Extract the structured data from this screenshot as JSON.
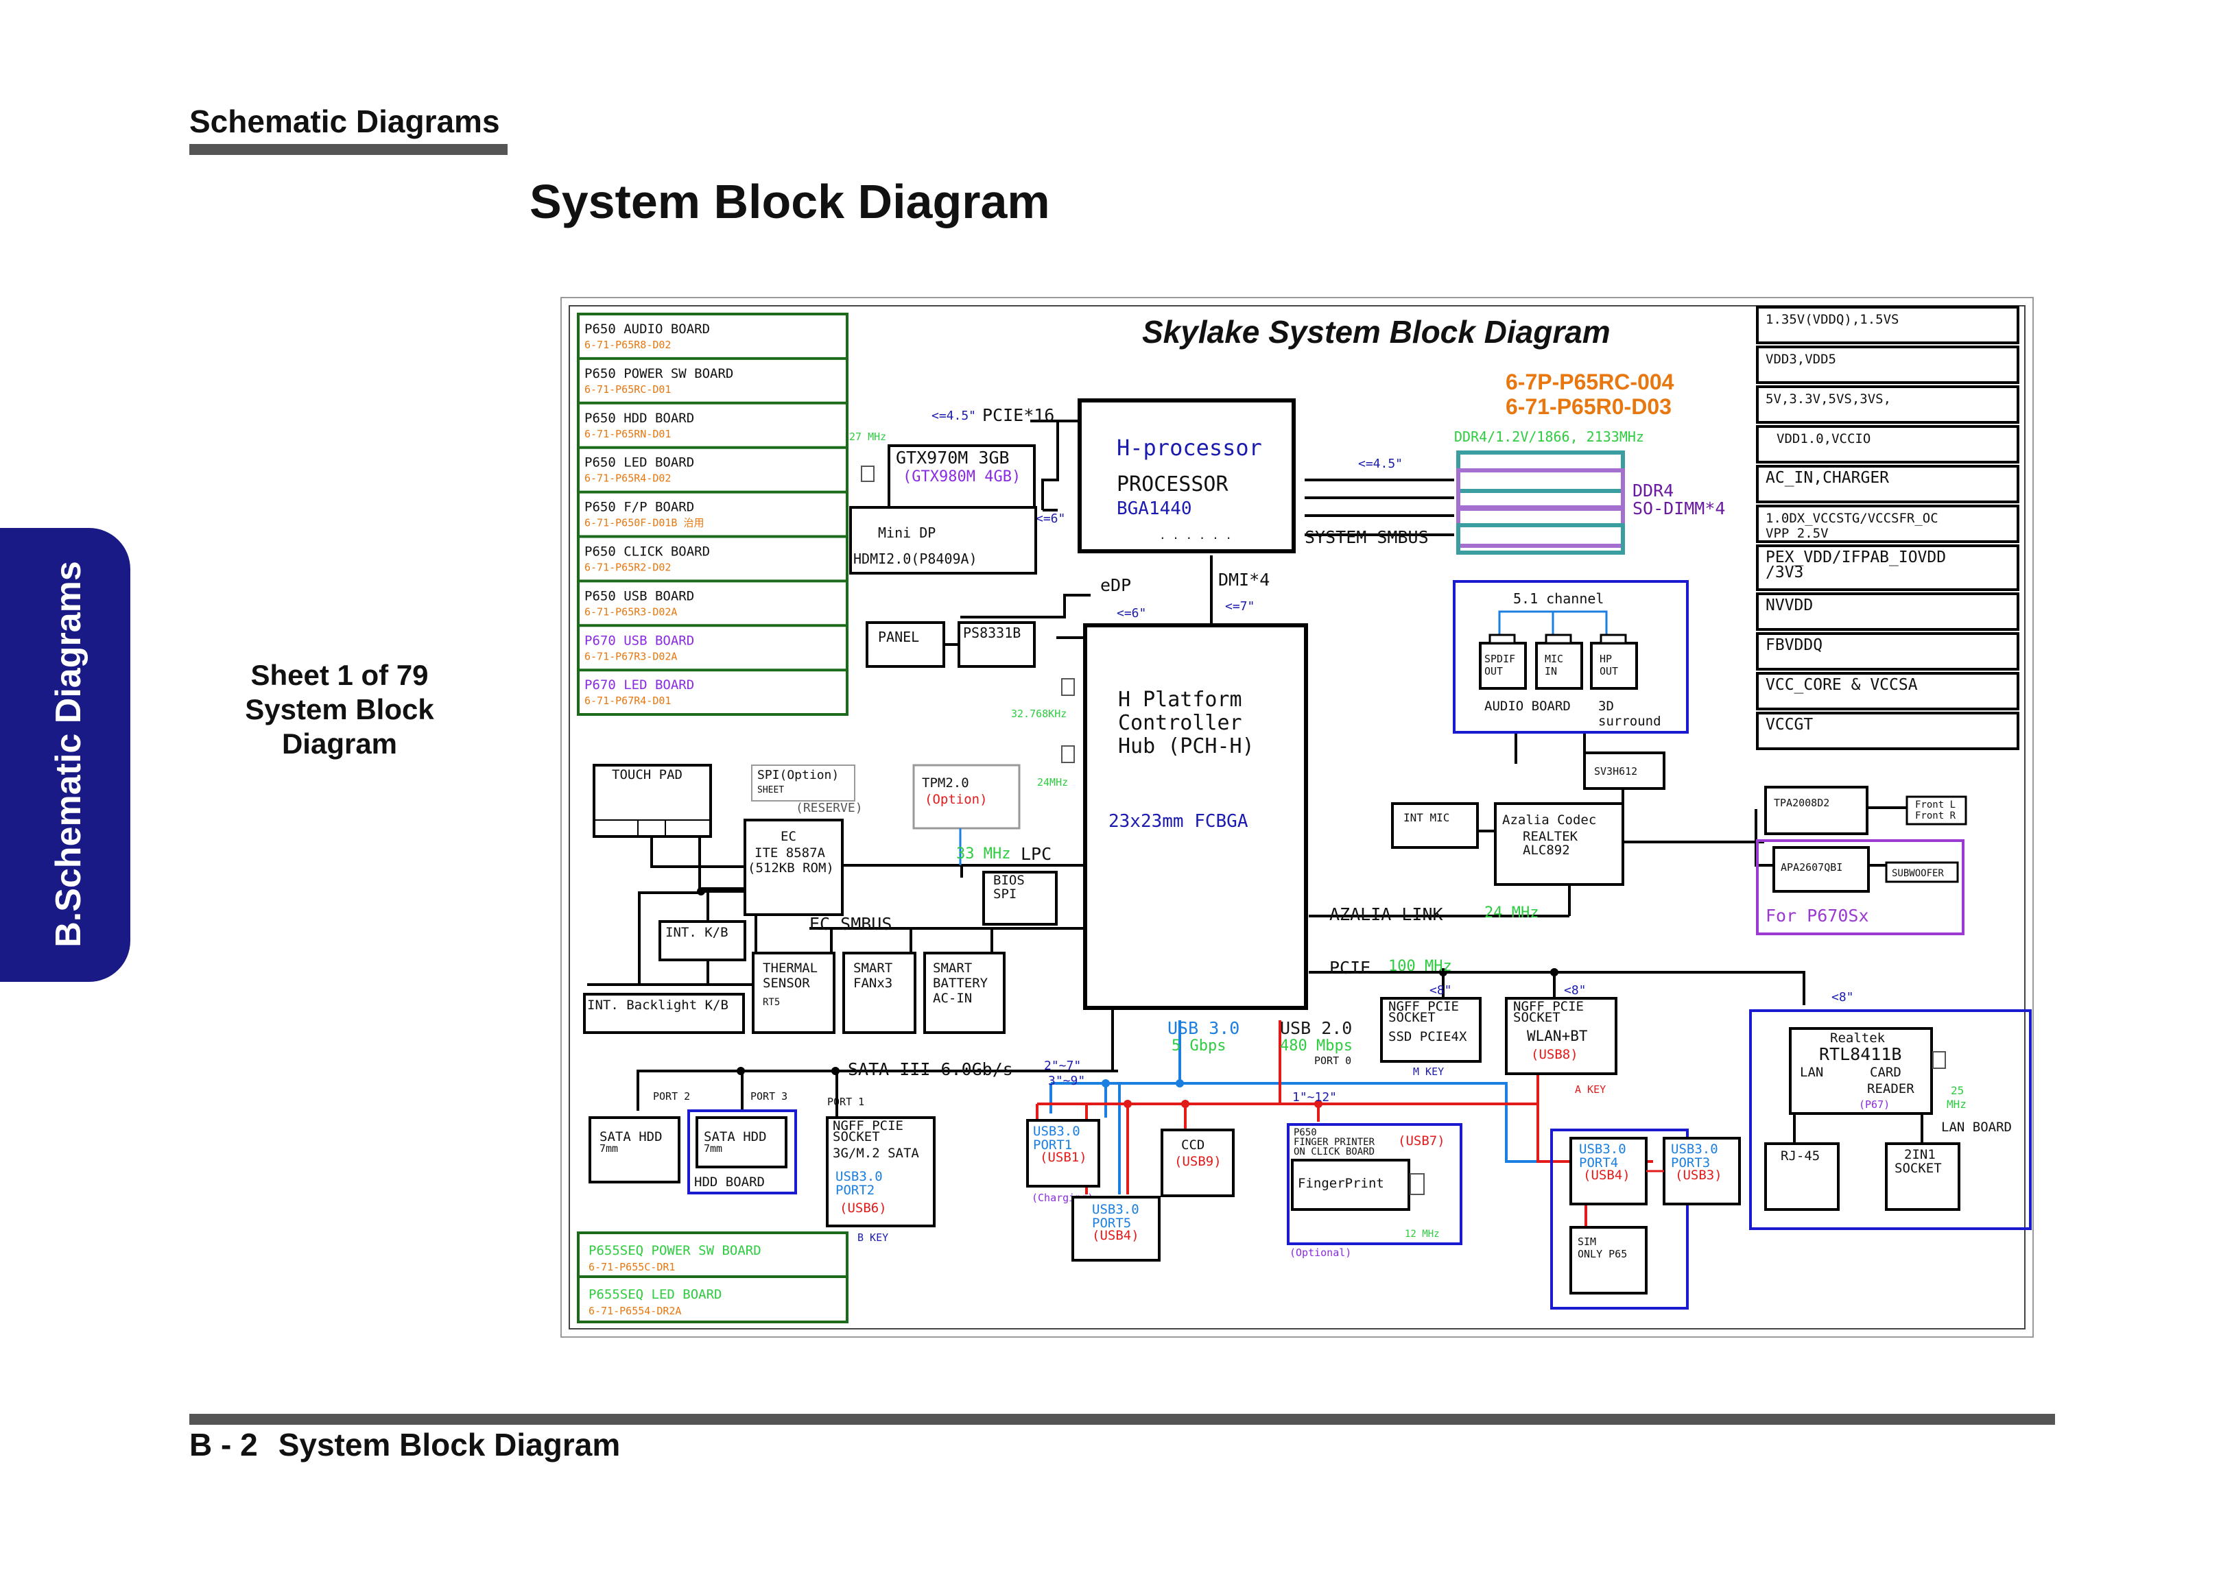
{
  "header": {
    "section_title": "Schematic  Diagrams",
    "page_title": "System Block Diagram"
  },
  "side_tab": {
    "label": "B.Schematic Diagrams"
  },
  "sheet": {
    "line1": "Sheet 1 of 79",
    "line2": "System Block",
    "line3": "Diagram"
  },
  "footer": {
    "page_no": "B - 2",
    "title": "System Block Diagram"
  },
  "diagram": {
    "title": "Skylake System Block Diagram",
    "revision": {
      "line1": "6-7P-P65RC-004",
      "line2": "6-71-P65R0-D03"
    },
    "boards": [
      {
        "name": "P650 AUDIO BOARD",
        "pn": "6-71-P65R8-D02"
      },
      {
        "name": "P650 POWER SW BOARD",
        "pn": "6-71-P65RC-D01"
      },
      {
        "name": "P650 HDD BOARD",
        "pn": "6-71-P65RN-D01"
      },
      {
        "name": "P650 LED BOARD",
        "pn": "6-71-P65R4-D02"
      },
      {
        "name": "P650 F/P BOARD",
        "pn": "6-71-P650F-D01B 治用"
      },
      {
        "name": "P650 CLICK BOARD",
        "pn": "6-71-P65R2-D02"
      },
      {
        "name": "P650 USB BOARD",
        "pn": "6-71-P65R3-D02A"
      },
      {
        "name": "P670 USB BOARD",
        "pn": "6-71-P67R3-D02A"
      },
      {
        "name": "P670 LED BOARD",
        "pn": "6-71-P67R4-D01"
      }
    ],
    "bottom_boards": [
      {
        "name": "P655SEQ POWER SW BOARD",
        "pn": "6-71-P655C-DR1"
      },
      {
        "name": "P655SEQ LED BOARD",
        "pn": "6-71-P6554-DR2A"
      }
    ],
    "power_rails": [
      "1.35V(VDDQ),1.5VS",
      "VDD3,VDD5",
      "5V,3.3V,5VS,3VS,",
      "VDD1.0,VCCIO",
      "AC_IN,CHARGER",
      "1.0DX_VCCSTG/VCCSFR_OC",
      "VPP_2.5V",
      "PEX_VDD/IFPAB_IOVDD",
      "/3V3",
      "NVVDD",
      "FBVDDQ",
      "VCC_CORE & VCCSA",
      "VCCGT"
    ],
    "processor": {
      "name": "H-processor",
      "label": "PROCESSOR",
      "pkg": "BGA1440",
      "dots": ". . . . . ."
    },
    "pch": {
      "l1": "H Platform",
      "l2": "Controller",
      "l3": "Hub (PCH-H)",
      "pkg": "23x23mm FCBGA"
    },
    "gpu": {
      "name": "GTX970M 3GB",
      "alt": "(GTX980M 4GB)",
      "clock": "27 MHz"
    },
    "display": {
      "minidp": "Mini DP",
      "hdmi": "HDMI2.0(P8409A)",
      "panel": "PANEL",
      "ps": "PS8331B",
      "edp": "eDP"
    },
    "links": {
      "pcie16_tag": "<=4.5\"",
      "pcie16": "PCIE*16",
      "gpu_tag": "<=6\"",
      "edp_tag": "<=6\"",
      "dmi": "DMI*4",
      "dmi_tag": "<=7\"",
      "ddr_tag": "<=4.5\"",
      "smbus": "SYSTEM SMBUS",
      "lpc_clock": "33 MHz",
      "lpc": "LPC",
      "ec_smbus": "EC SMBUS",
      "azalia": "AZALIA LINK",
      "azalia_clock": "24 MHz",
      "pcie": "PCIE",
      "pcie_clock": "100 MHz",
      "sata": "SATA III 6.0Gb/s",
      "sata_tag1": "2\"~7\"",
      "sata_tag2": "3\"~9\"",
      "usb3": "USB 3.0",
      "usb3_speed": "5 Gbps",
      "usb2": "USB 2.0",
      "usb2_speed": "480 Mbps",
      "port0": "PORT 0",
      "usb_tag": "1\"~12\"",
      "rtc": "32.768KHz",
      "pch_clk": "24MHz",
      "ssd_tag": "<8\"",
      "wlan_tag": "<8\"",
      "lan_tag": "<8\""
    },
    "memory": {
      "spec": "DDR4/1.2V/1866, 2133MHz",
      "l1": "DDR4",
      "l2": "SO-DIMM*4"
    },
    "audio": {
      "channel": "5.1 channel",
      "spdif": "SPDIF\nOUT",
      "spdif1": "SPDIF",
      "spdif2": "OUT",
      "mic1": "MIC",
      "mic2": "IN",
      "hp1": "HP",
      "hp2": "OUT",
      "board": "AUDIO BOARD",
      "surround1": "3D",
      "surround2": "surround",
      "sv": "SV3H612",
      "intmic": "INT MIC",
      "codec1": "Azalia Codec",
      "codec2": "REALTEK",
      "codec3": "ALC892",
      "amp": "TPA2008D2",
      "front1": "Front L",
      "front2": "Front R",
      "amp2": "APA2607QBI",
      "sub": "SUBWOOFER",
      "p670": "For P670Sx"
    },
    "ec": {
      "touchpad": "TOUCH PAD",
      "spi1": "SPI(Option)",
      "spi2": "SHEET",
      "spi3": "(RESERVE)",
      "tpm1": "TPM2.0",
      "tpm2": "(Option)",
      "l1": "EC",
      "l2": "ITE 8587A",
      "l3": "(512KB ROM)",
      "bios1": "BIOS",
      "bios2": "SPI",
      "intkb": "INT. K/B",
      "backlight": "INT. Backlight K/B",
      "thermal1": "THERMAL",
      "thermal2": "SENSOR",
      "thermal3": "RT5",
      "fan1": "SMART",
      "fan2": "FANx3",
      "batt1": "SMART",
      "batt2": "BATTERY",
      "batt3": "AC-IN"
    },
    "storage": {
      "port2": "PORT 2",
      "port3": "PORT 3",
      "port1": "PORT 1",
      "sata1a": "SATA HDD",
      "sata1b": "7mm",
      "sata2a": "SATA HDD",
      "sata2b": "7mm",
      "hddboard": "HDD BOARD",
      "ngff1": "NGFF PCIE",
      "ngff2": "SOCKET",
      "ngff3": "3G/M.2 SATA",
      "ngff_usb1": "USB3.0",
      "ngff_usb2": "PORT2",
      "ngff_usb3": "(USB6)",
      "bkey": "B KEY"
    },
    "usb": {
      "p1a": "USB3.0",
      "p1b": "PORT1",
      "p1c": "(USB1)",
      "p1d": "(Charging)",
      "p5a": "USB3.0",
      "p5b": "PORT5",
      "p5c": "(USB4)",
      "ccd": "CCD",
      "ccd2": "(USB9)",
      "fp_board": "P650",
      "fp1": "FINGER PRINTER",
      "fp_usb": "(USB7)",
      "fp2": "ON CLICK BOARD",
      "fp3": "FingerPrint",
      "fp_clk": "12 MHz",
      "fp_opt": "(Optional)",
      "p4a": "USB3.0",
      "p4b": "PORT4",
      "p4c": "(USB4)",
      "p3a": "USB3.0",
      "p3b": "PORT3",
      "p3c": "(USB3)",
      "sim1": "SIM",
      "sim2": "ONLY P65"
    },
    "wireless": {
      "ssd1": "NGFF PCIE",
      "ssd2": "SOCKET",
      "ssd3": "SSD PCIE4X",
      "mkey": "M KEY",
      "wl1": "NGFF PCIE",
      "wl2": "SOCKET",
      "wl3": "WLAN+BT",
      "wl4": "(USB8)",
      "akey": "A KEY"
    },
    "lan": {
      "l1": "Realtek",
      "l2": "RTL8411B",
      "l3": "LAN",
      "l4": "CARD",
      "l5": "READER",
      "l6": "(P67)",
      "clk1": "25",
      "clk2": "MHz",
      "board": "LAN BOARD",
      "rj": "RJ-45",
      "socket1": "2IN1",
      "socket2": "SOCKET"
    }
  }
}
